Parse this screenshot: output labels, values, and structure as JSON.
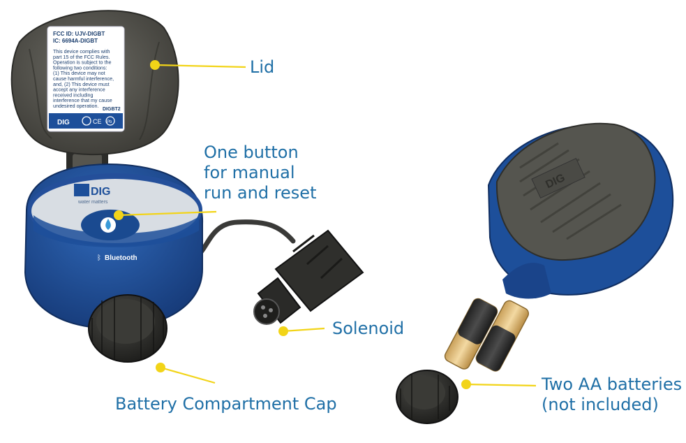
{
  "colors": {
    "accent": "#f2d418",
    "label": "#1f6fa6",
    "device_blue": "#1d4f9a",
    "lid_gray": "#55554f"
  },
  "callouts": {
    "lid": "Lid",
    "button": "One button\nfor manual\nrun and reset",
    "solenoid": "Solenoid",
    "battery_cap": "Battery Compartment Cap",
    "batteries": "Two AA batteries\n(not included)"
  },
  "lid_label": {
    "line1": "FCC ID: UJV-DIGBT",
    "line2": "IC: 6694A-DIGBT",
    "body": [
      "This device complies with",
      "part 15 of the FCC Rules.",
      "Operation is subject to the",
      "following two conditions:",
      "(1) This device may not",
      "cause harmful interference,",
      "and, (2) This device must",
      "accept any interference",
      "received including",
      "interference that my cause",
      "undesired operation."
    ],
    "model": "DIGBT2",
    "brand": "DIG",
    "marks": [
      "CE",
      "Pb"
    ]
  },
  "device": {
    "brand": "DIG",
    "tagline": "water matters",
    "bluetooth": "Bluetooth"
  },
  "back_lid_brand": "DIG"
}
